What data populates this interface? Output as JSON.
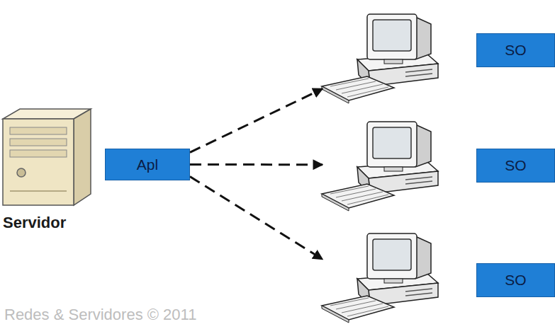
{
  "diagram": {
    "nodes": [
      {
        "text": [
          "Servidor"
        ]
      },
      {
        "text": [
          "Apl"
        ]
      },
      {
        "text": [
          "SO"
        ]
      },
      {
        "text": [
          "SO"
        ]
      },
      {
        "text": [
          "SO"
        ]
      }
    ],
    "edges": [
      {
        "from": 1,
        "to": 2,
        "arrow": "to"
      },
      {
        "from": 1,
        "to": 3,
        "arrow": "to"
      },
      {
        "from": 1,
        "to": 4,
        "arrow": "to"
      }
    ],
    "labels": [
      "Redes & Servidores © 2011"
    ]
  }
}
